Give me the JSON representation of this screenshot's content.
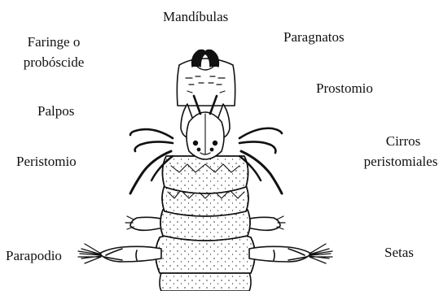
{
  "labels": {
    "mandibulas": "Mandíbulas",
    "paragnatos": "Paragnatos",
    "faringe_line1": "Faringe o",
    "faringe_line2": "probóscide",
    "prostomio": "Prostomio",
    "palpos": "Palpos",
    "cirros_line1": "Cirros",
    "cirros_line2": "peristomiales",
    "peristomio": "Peristomio",
    "parapodio": "Parapodio",
    "setas": "Setas"
  },
  "colors": {
    "ink": "#111111",
    "paper": "#ffffff"
  }
}
